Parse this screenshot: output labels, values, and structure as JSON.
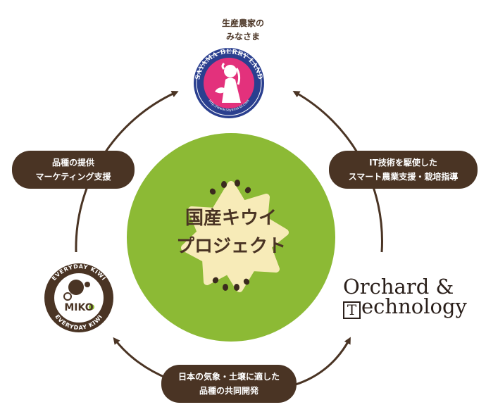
{
  "center": {
    "title_line1": "国産キウイ",
    "title_line2": "プロジェクト"
  },
  "top": {
    "label_line1": "生産農家の",
    "label_line2": "みなさま",
    "logo_ring_text": "SAYAMA BERRY LAND",
    "logo_url_text": "http://www.sayama-bl.com"
  },
  "left_box": {
    "line1": "品種の提供",
    "line2": "マーケティング支援"
  },
  "right_box": {
    "line1": "IT技術を駆使した",
    "line2": "スマート農業支援・栽培指導"
  },
  "bottom_box": {
    "line1": "日本の気象・土壌に適した",
    "line2": "品種の共同開発"
  },
  "miko_logo": {
    "ring_text": "EVERYDAY KIWI",
    "name": "MIKO"
  },
  "orchard_logo": {
    "line1": "Orchard &",
    "line2_rest": "echnology",
    "line2_initial": "T"
  },
  "colors": {
    "brown": "#4a3424",
    "kiwi_green": "#8cba35",
    "inner_light": "#f7ebb8",
    "navy": "#2a3f8f",
    "pink": "#e3317c"
  }
}
